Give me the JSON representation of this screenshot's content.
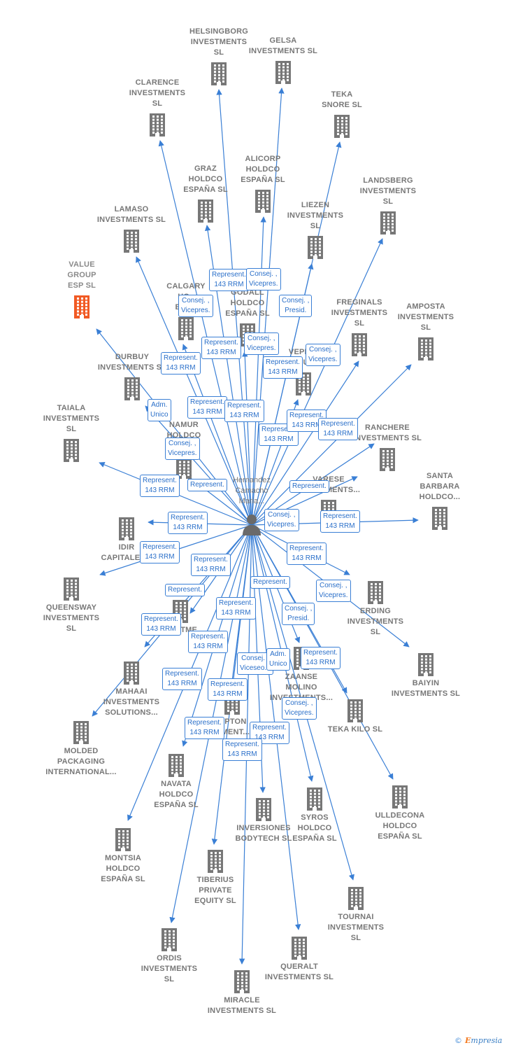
{
  "center": {
    "label": "Hernandez\nCamacho\nMaria..."
  },
  "brand": {
    "copyright": "©",
    "name_first": "E",
    "name_rest": "mpresia"
  },
  "colors": {
    "edge": "#3a7fd5",
    "building": "#777777",
    "highlight": "#f15a24"
  },
  "nodes": [
    {
      "id": "helsingborg",
      "label": "HELSINGBORG\nINVESTMENTS\nSL"
    },
    {
      "id": "gelsa",
      "label": "GELSA\nINVESTMENTS SL"
    },
    {
      "id": "clarence",
      "label": "CLARENCE\nINVESTMENTS\nSL"
    },
    {
      "id": "teka_snore",
      "label": "TEKA\nSNORE  SL"
    },
    {
      "id": "graz",
      "label": "GRAZ\nHOLDCO\nESPAÑA  SL"
    },
    {
      "id": "alicorp",
      "label": "ALICORP\nHOLDCO\nESPAÑA  SL"
    },
    {
      "id": "landsberg",
      "label": "LANDSBERG\nINVESTMENTS\nSL"
    },
    {
      "id": "lamaso",
      "label": "LAMASO\nINVESTMENTS SL"
    },
    {
      "id": "liezen",
      "label": "LIEZEN\nINVESTMENTS\nSL"
    },
    {
      "id": "value_group",
      "label": "VALUE\nGROUP\nESP  SL"
    },
    {
      "id": "calgary",
      "label": "CALGARY\nHO..\nESP..."
    },
    {
      "id": "godall",
      "label": "GODALL\nHOLDCO\nESPAÑA  SL"
    },
    {
      "id": "freginals",
      "label": "FREGINALS\nINVESTMENTS\nSL"
    },
    {
      "id": "amposta",
      "label": "AMPOSTA\nINVESTMENTS\nSL"
    },
    {
      "id": "vepica",
      "label": "VEPICA\nGRU..."
    },
    {
      "id": "durbuy",
      "label": "DURBUY\nINVESTMENTS SL"
    },
    {
      "id": "taiala",
      "label": "TAIALA\nINVESTMENTS\nSL"
    },
    {
      "id": "namur",
      "label": "NAMUR\nHOLDCO\nE..."
    },
    {
      "id": "ranchere",
      "label": "RANCHERE\nINVESTMENTS SL"
    },
    {
      "id": "varese",
      "label": "VARESE\nINVESTMENTS..."
    },
    {
      "id": "santa_barbara",
      "label": "SANTA\nBARBARA\nHOLDCO..."
    },
    {
      "id": "idir",
      "label": "IDIR\nCAPITALES..."
    },
    {
      "id": "queensway",
      "label": "QUEENSWAY\nINVESTMENTS\nSL"
    },
    {
      "id": "erding",
      "label": "ERDING\nINVESTMENTS\nSL"
    },
    {
      "id": "investme",
      "label": "INVESTME..."
    },
    {
      "id": "baiyin",
      "label": "BAIYIN\nINVESTMENTS SL"
    },
    {
      "id": "mahaai",
      "label": "MAHAAI\nINVESTMENTS\nSOLUTIONS..."
    },
    {
      "id": "zaanse",
      "label": "ZAANSE\nMOLINO\nINVESTMENTS..."
    },
    {
      "id": "compton",
      "label": "...PTON\n...MENT..."
    },
    {
      "id": "teka_kilo",
      "label": "TEKA KILO  SL"
    },
    {
      "id": "molded",
      "label": "MOLDED\nPACKAGING\nINTERNATIONAL..."
    },
    {
      "id": "navata",
      "label": "NAVATA\nHOLDCO\nESPAÑA  SL"
    },
    {
      "id": "ulldecona",
      "label": "ULLDECONA\nHOLDCO\nESPAÑA  SL"
    },
    {
      "id": "inversiones",
      "label": "INVERSIONES\nBODYTECH  SL"
    },
    {
      "id": "syros",
      "label": "SYROS\nHOLDCO\nESPAÑA  SL"
    },
    {
      "id": "montsia",
      "label": "MONTSIA\nHOLDCO\nESPAÑA  SL"
    },
    {
      "id": "tiberius",
      "label": "TIBERIUS\nPRIVATE\nEQUITY  SL"
    },
    {
      "id": "tournai",
      "label": "TOURNAI\nINVESTMENTS\nSL"
    },
    {
      "id": "ordis",
      "label": "ORDIS\nINVESTMENTS\nSL"
    },
    {
      "id": "queralt",
      "label": "QUERALT\nINVESTMENTS SL"
    },
    {
      "id": "miracle",
      "label": "MIRACLE\nINVESTMENTS SL"
    }
  ],
  "edge_labels": [
    {
      "text": "Represent.\n143 RRM"
    },
    {
      "text": "Consej. ,\nVicepres."
    },
    {
      "text": "Consej. ,\nVicepres."
    },
    {
      "text": "Consej. ,\nPresid."
    },
    {
      "text": "Represent.\n143 RRM"
    },
    {
      "text": "Consej. ,\nVicepres."
    },
    {
      "text": "Represent.\n143 RRM"
    },
    {
      "text": "Consej. ,\nVicepres."
    },
    {
      "text": "Represent.\n143 RRM"
    },
    {
      "text": "Adm.\nUnico"
    },
    {
      "text": "Represent.\n143 RRM"
    },
    {
      "text": "Represent.\n143 RRM"
    },
    {
      "text": "Represent.\n143 RRM"
    },
    {
      "text": "Represent.\n143 RRM"
    },
    {
      "text": "Represent.\n143 RRM"
    },
    {
      "text": "Consej. ,\nVicepres."
    },
    {
      "text": "Represent.\n143 RRM"
    },
    {
      "text": "Represent."
    },
    {
      "text": "Represent."
    },
    {
      "text": "Consej. ,\nVicepres."
    },
    {
      "text": "Represent.\n143 RRM"
    },
    {
      "text": "Represent.\n143 RRM"
    },
    {
      "text": "Represent.\n143 RRM"
    },
    {
      "text": "Represent.\n143 RRM"
    },
    {
      "text": "Represent.\n143 RRM"
    },
    {
      "text": "Represent."
    },
    {
      "text": "Consej. ,\nVicepres."
    },
    {
      "text": "Represent."
    },
    {
      "text": "Represent.\n143 RRM"
    },
    {
      "text": "Represent.\n143 RRM"
    },
    {
      "text": "Consej. ,\nPresid."
    },
    {
      "text": "Represent.\n143 RRM"
    },
    {
      "text": "Consej. ,\nViceseo..."
    },
    {
      "text": "Adm.\nUnico"
    },
    {
      "text": "Represent.\n143 RRM"
    },
    {
      "text": "Represent.\n143 RRM"
    },
    {
      "text": "Represent.\n143 RRM"
    },
    {
      "text": "Consej. ,\nVicepres."
    },
    {
      "text": "Represent.\n143 RRM"
    },
    {
      "text": "Represent.\n143 RRM"
    },
    {
      "text": "Represent.\n143 RRM"
    }
  ]
}
